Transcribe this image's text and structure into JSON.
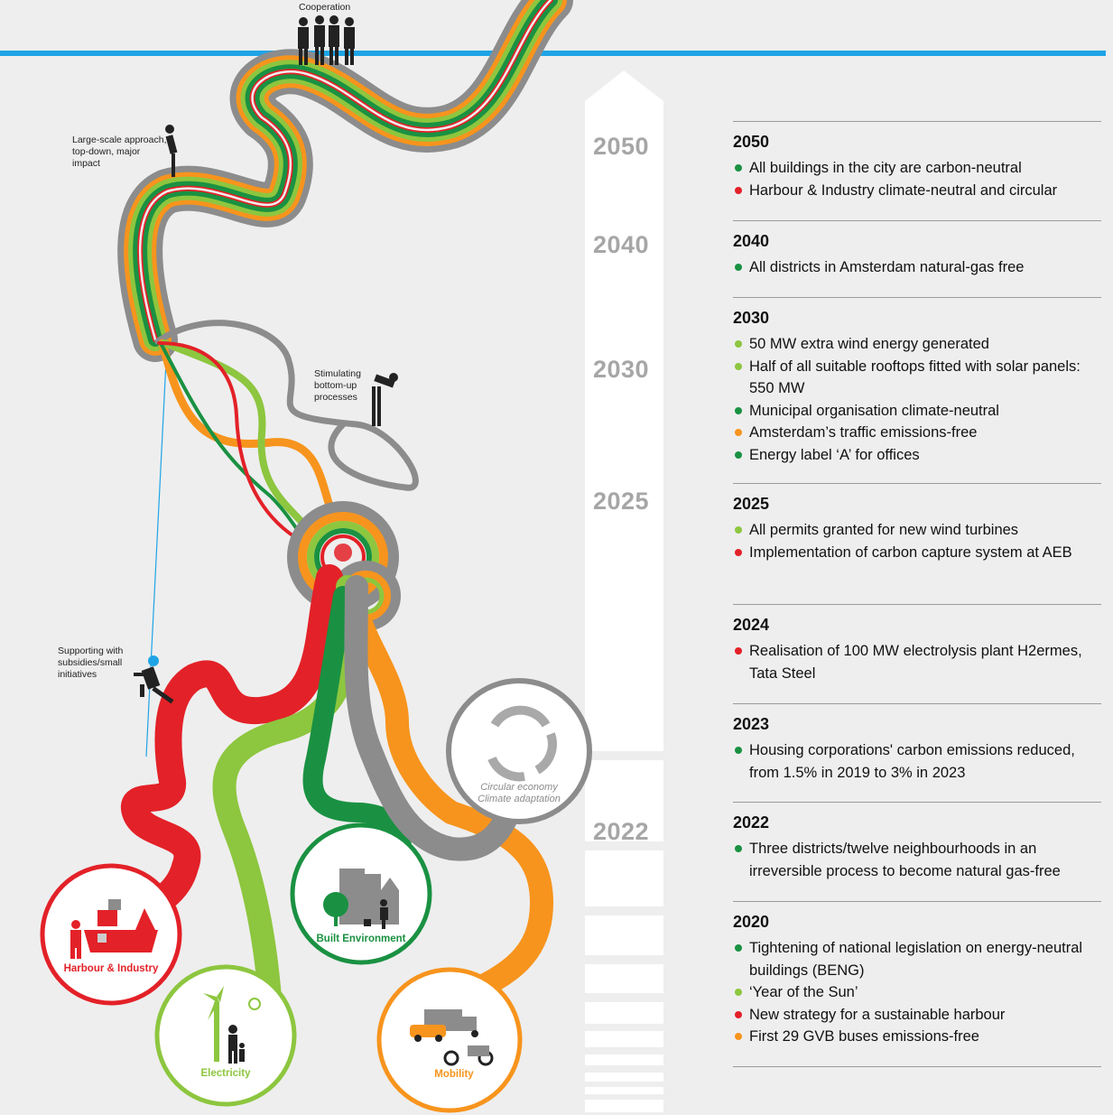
{
  "colors": {
    "sky_line": "#1ea4e6",
    "harbour": "#e32128",
    "electricity": "#8dc63f",
    "built": "#1a9142",
    "mobility": "#f7941d",
    "circular": "#8c8c8c"
  },
  "figure_labels": {
    "cooperation": "Cooperation",
    "large_scale": "Large-scale approach, top-down, major impact",
    "stimulating": "Stimulating bottom-up processes",
    "supporting": "Supporting with subsidies/small initiatives"
  },
  "circles": {
    "harbour": "Harbour & Industry",
    "electricity": "Electricity",
    "built": "Built Environment",
    "mobility": "Mobility",
    "circular_line1": "Circular economy",
    "circular_line2": "Climate adaptation"
  },
  "timeline_years": [
    "2050",
    "2040",
    "2030",
    "2025",
    "2022"
  ],
  "milestones": [
    {
      "year": "2050",
      "items": [
        {
          "color": "built",
          "text": "All buildings in the city are carbon-neutral"
        },
        {
          "color": "harbour",
          "text": "Harbour & Industry climate-neutral and circular"
        }
      ]
    },
    {
      "year": "2040",
      "items": [
        {
          "color": "built",
          "text": "All districts in Amsterdam natural-gas free"
        }
      ]
    },
    {
      "year": "2030",
      "items": [
        {
          "color": "electricity",
          "text": "50 MW extra wind energy generated"
        },
        {
          "color": "electricity",
          "text": "Half of all suitable rooftops fitted with solar panels: 550 MW"
        },
        {
          "color": "built",
          "text": "Municipal organisation climate-neutral"
        },
        {
          "color": "mobility",
          "text": "Amsterdam’s traffic emissions-free"
        },
        {
          "color": "built",
          "text": "Energy label ‘A’ for offices"
        }
      ]
    },
    {
      "year": "2025",
      "items": [
        {
          "color": "electricity",
          "text": "All permits granted for new wind turbines"
        },
        {
          "color": "harbour",
          "text": "Implementation of carbon capture system at AEB"
        }
      ]
    },
    {
      "year": "2024",
      "items": [
        {
          "color": "harbour",
          "text": "Realisation of 100 MW electrolysis plant H2ermes, Tata Steel"
        }
      ]
    },
    {
      "year": "2023",
      "items": [
        {
          "color": "built",
          "text": "Housing corporations' carbon emissions reduced, from 1.5% in 2019 to 3% in 2023"
        }
      ]
    },
    {
      "year": "2022",
      "items": [
        {
          "color": "built",
          "text": "Three districts/twelve neighbourhoods in an irreversible process to become natural gas-free"
        }
      ]
    },
    {
      "year": "2020",
      "items": [
        {
          "color": "built",
          "text": "Tightening of national legislation on energy-neutral buildings (BENG)"
        },
        {
          "color": "electricity",
          "text": "‘Year of the Sun’"
        },
        {
          "color": "harbour",
          "text": "New strategy for a sustainable harbour"
        },
        {
          "color": "mobility",
          "text": "First 29 GVB buses emissions-free"
        }
      ]
    }
  ]
}
